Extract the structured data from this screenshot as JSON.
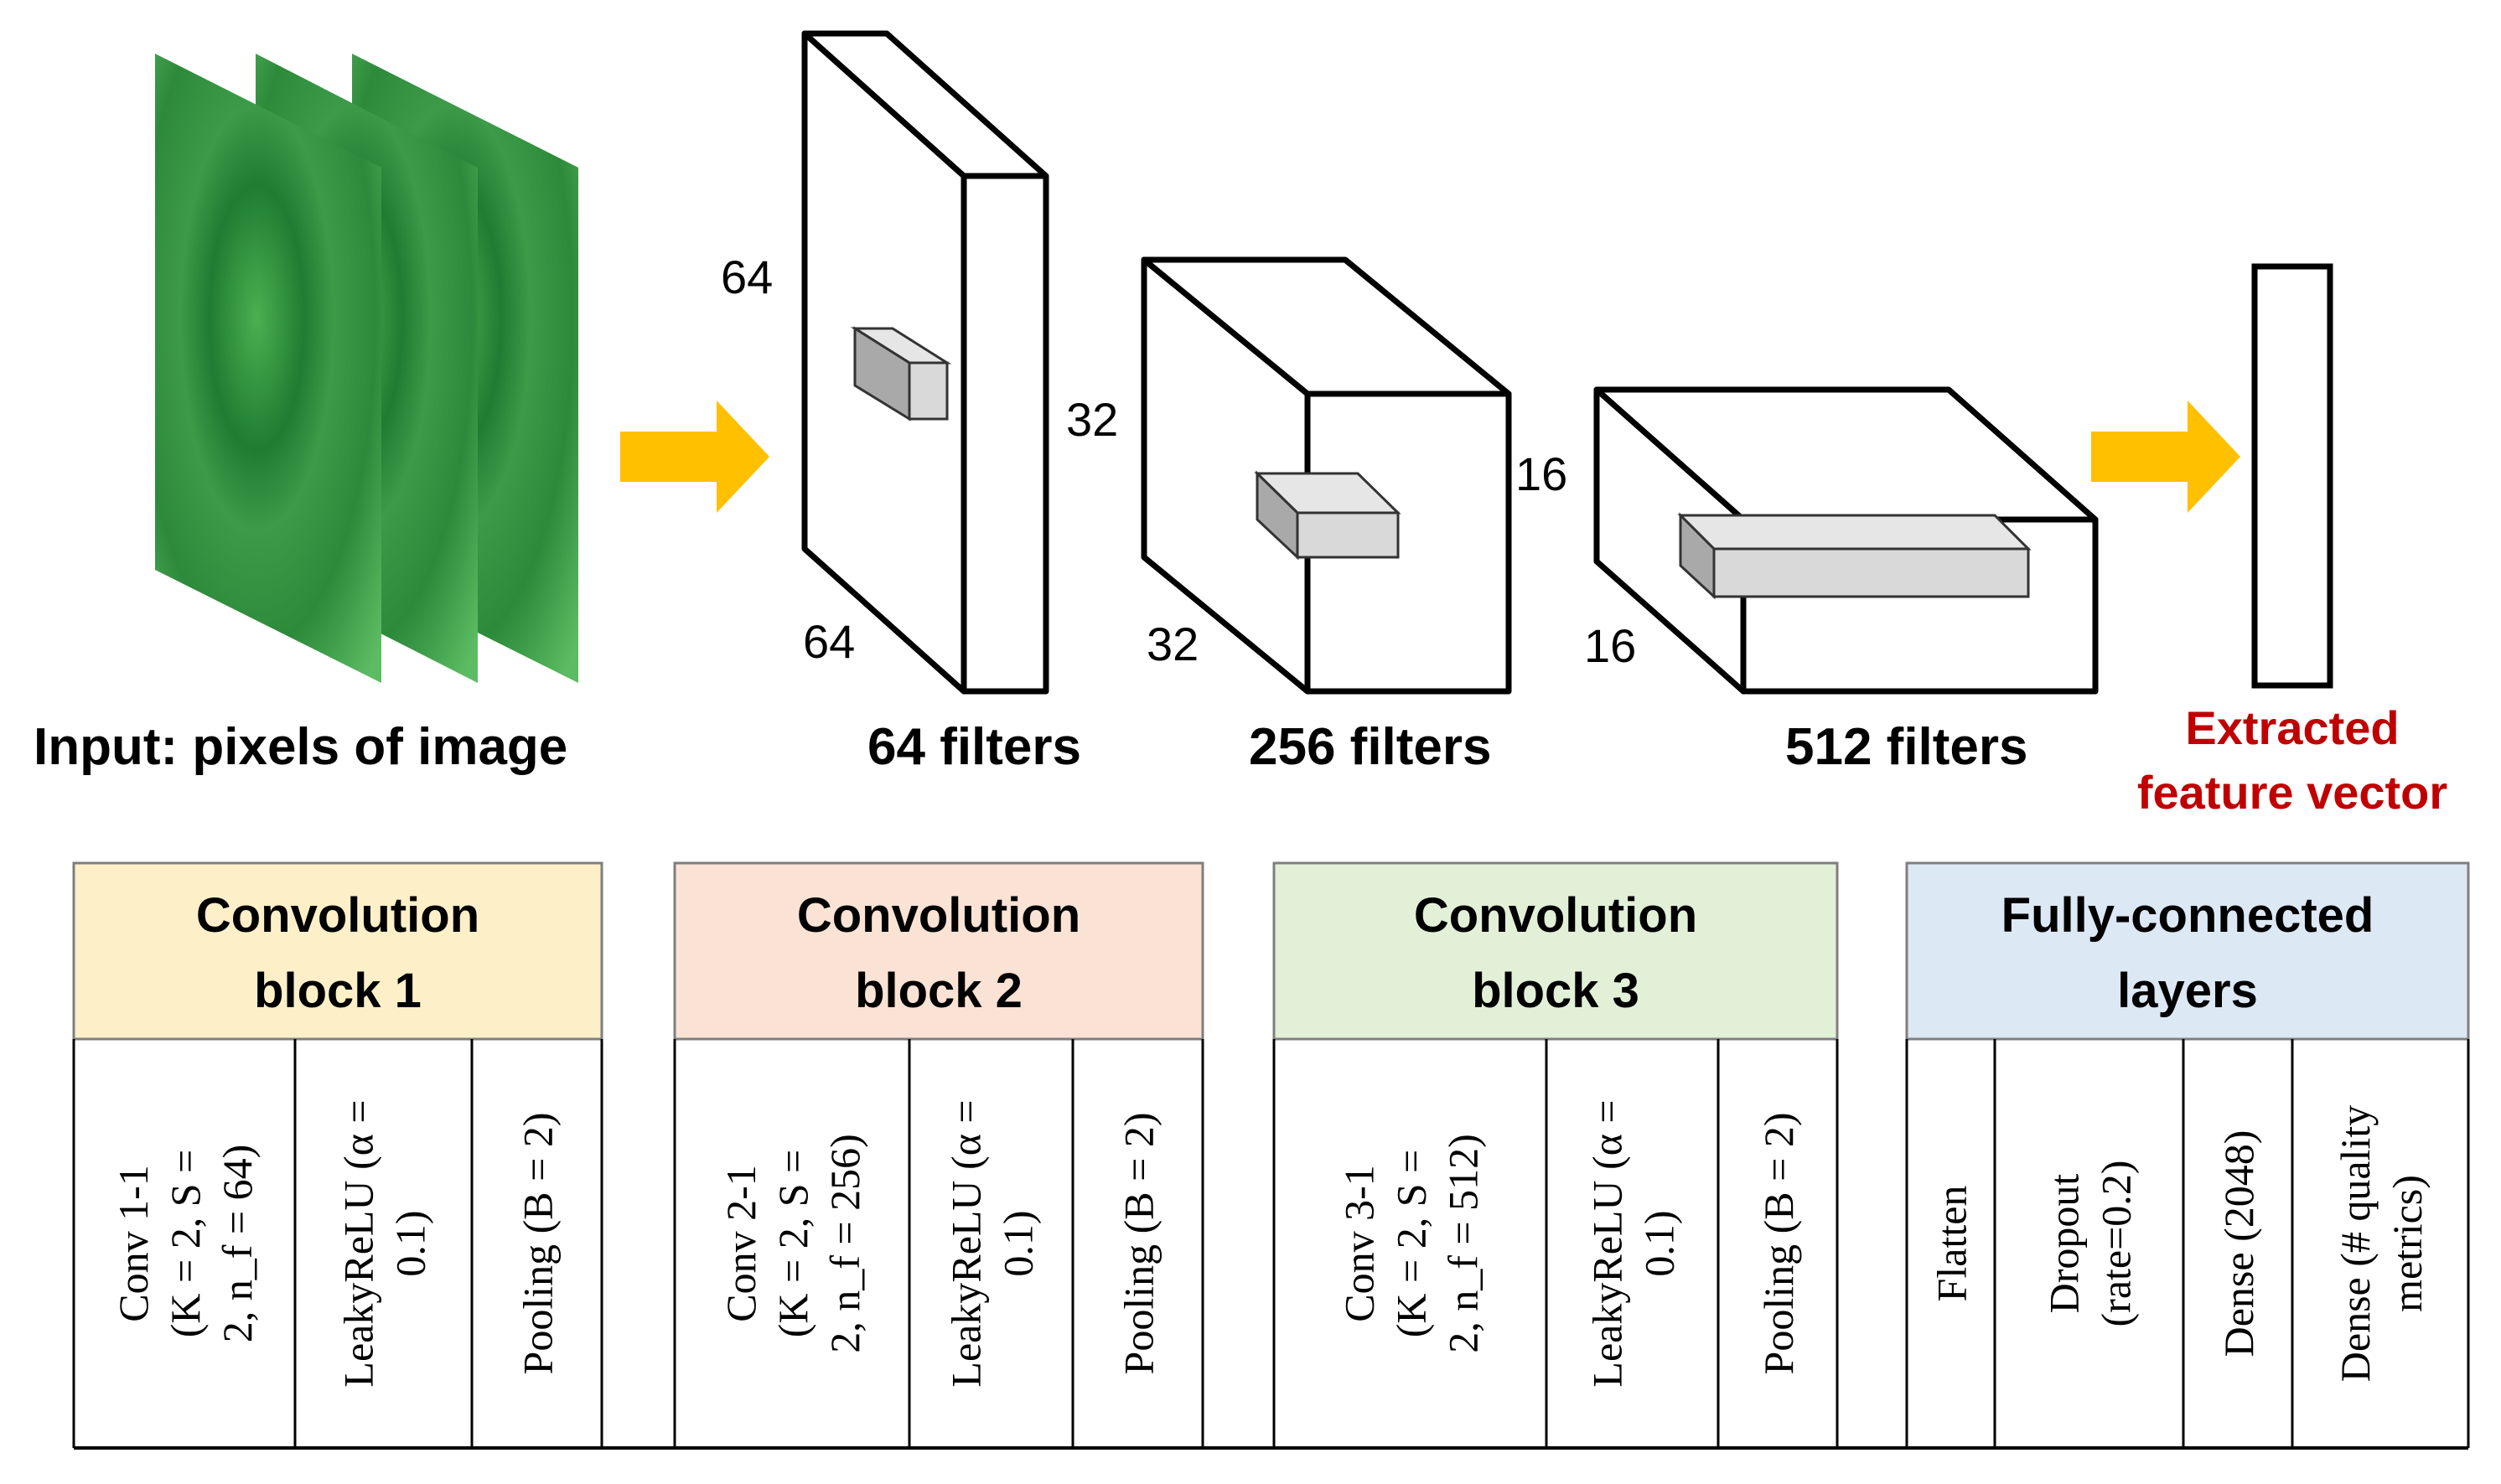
{
  "input": {
    "label": "Input: pixels of image"
  },
  "layers": [
    {
      "height_label": "64",
      "depth_label": "64",
      "filters_label": "64 filters"
    },
    {
      "height_label": "32",
      "depth_label": "32",
      "filters_label": "256 filters"
    },
    {
      "height_label": "16",
      "depth_label": "16",
      "filters_label": "512 filters"
    }
  ],
  "output": {
    "label_line1": "Extracted",
    "label_line2": "feature vector"
  },
  "blocks": [
    {
      "title_line1": "Convolution",
      "title_line2": "block 1",
      "color": "#fdf0c9",
      "cells": [
        {
          "lines": [
            "Conv 1-1",
            "(K = 2, S =",
            "2, n_f = 64)"
          ]
        },
        {
          "lines": [
            "LeakyReLU (α =",
            "0.1)"
          ]
        },
        {
          "lines": [
            "Pooling (B = 2)"
          ]
        }
      ]
    },
    {
      "title_line1": "Convolution",
      "title_line2": "block 2",
      "color": "#fae2d4",
      "cells": [
        {
          "lines": [
            "Conv 2-1",
            "(K = 2, S =",
            "2, n_f = 256)"
          ]
        },
        {
          "lines": [
            "LeakyReLU (α =",
            "0.1)"
          ]
        },
        {
          "lines": [
            "Pooling (B = 2)"
          ]
        }
      ]
    },
    {
      "title_line1": "Convolution",
      "title_line2": "block 3",
      "color": "#e3f0d8",
      "cells": [
        {
          "lines": [
            "Conv 3-1",
            "(K = 2, S =",
            "2, n_f = 512)"
          ]
        },
        {
          "lines": [
            "LeakyReLU (α =",
            "0.1)"
          ]
        },
        {
          "lines": [
            "Pooling (B = 2)"
          ]
        }
      ]
    },
    {
      "title_line1": "Fully-connected",
      "title_line2": "layers",
      "color": "#dde8f5",
      "cells": [
        {
          "lines": [
            "Flatten"
          ]
        },
        {
          "lines": [
            "Dropout",
            "(rate=0.2)"
          ]
        },
        {
          "lines": [
            "Dense (2048)"
          ]
        },
        {
          "lines": [
            "Dense (# quality",
            "metrics)"
          ]
        }
      ]
    }
  ],
  "colors": {
    "arrow": "#ffc000",
    "green": "#2e8b3e",
    "output_text": "#c00000",
    "kernel": "#d0d0d0"
  }
}
